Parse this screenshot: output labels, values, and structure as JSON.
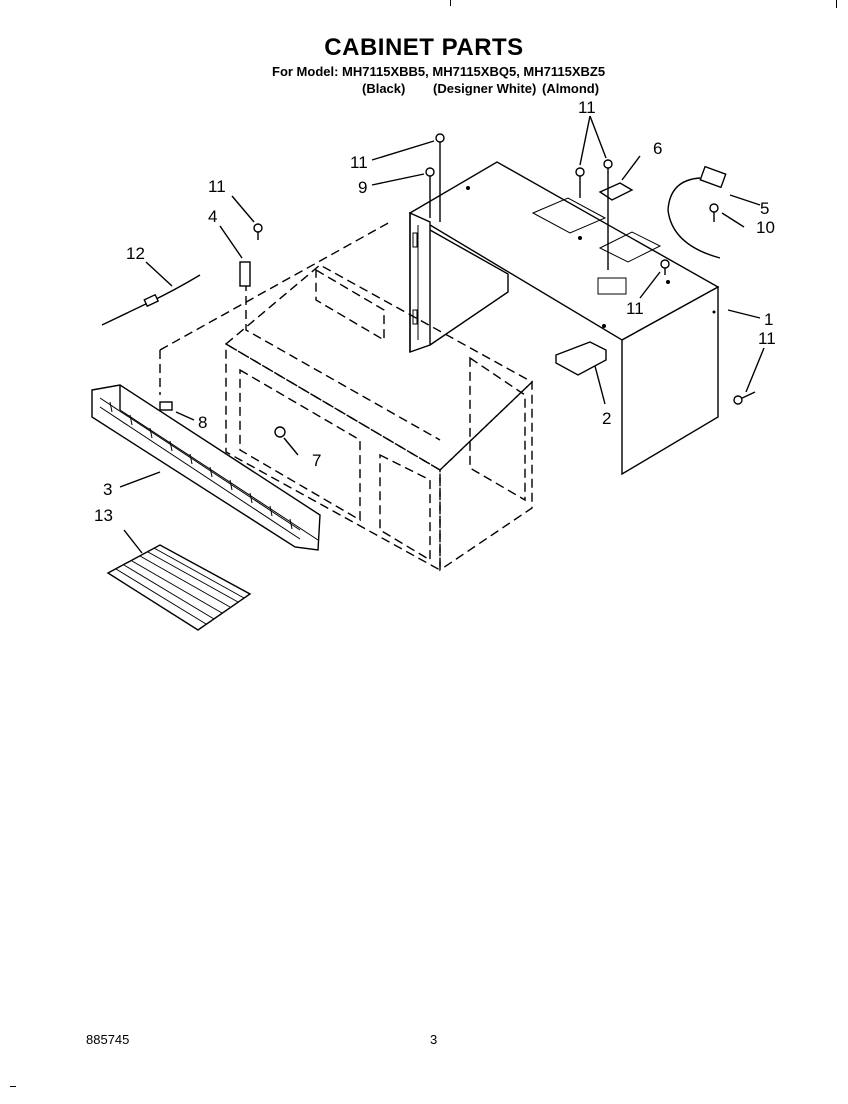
{
  "header": {
    "title": "CABINET PARTS",
    "model_line": "For Model: MH7115XBB5, MH7115XBQ5, MH7115XBZ5",
    "colors": [
      "(Black)",
      "(Designer White)",
      "(Almond)"
    ]
  },
  "callouts": {
    "c1": "1",
    "c2": "2",
    "c3": "3",
    "c4": "4",
    "c5": "5",
    "c6": "6",
    "c7": "7",
    "c8": "8",
    "c9": "9",
    "c10": "10",
    "c11a": "11",
    "c11b": "11",
    "c11c": "11",
    "c11d": "11",
    "c11e": "11",
    "c12": "12",
    "c13": "13"
  },
  "footer": {
    "doc_number": "885745",
    "page_number": "3"
  }
}
